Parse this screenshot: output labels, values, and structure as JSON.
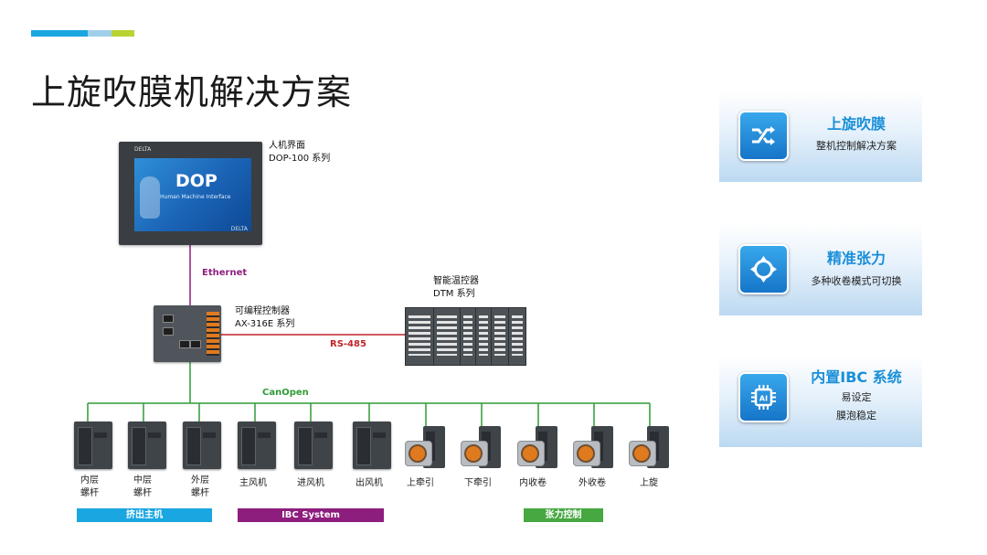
{
  "title": "上旋吹膜机解决方案",
  "colors": {
    "accent_blue": "#1aa6e0",
    "accent_light": "#9fd0ea",
    "accent_green": "#b7d334",
    "ethernet": "#8e1e7e",
    "rs485": "#c0242b",
    "canopen": "#2e9b36",
    "card_title": "#1a8fd8"
  },
  "hmi": {
    "label_line1": "人机界面",
    "label_line2": "DOP-100 系列",
    "screen_text": "DOP",
    "screen_subtext": "Human Machine Interface",
    "brand": "DELTA"
  },
  "network": {
    "ethernet": "Ethernet",
    "rs485": "RS-485",
    "canopen": "CanOpen"
  },
  "plc": {
    "label_line1": "可编程控制器",
    "label_line2": "AX-316E 系列"
  },
  "dtm": {
    "label_line1": "智能温控器",
    "label_line2": "DTM 系列"
  },
  "devices": [
    {
      "line1": "内层",
      "line2": "螺杆"
    },
    {
      "line1": "中层",
      "line2": "螺杆"
    },
    {
      "line1": "外层",
      "line2": "螺杆"
    },
    {
      "line1": "主风机",
      "line2": ""
    },
    {
      "line1": "进风机",
      "line2": ""
    },
    {
      "line1": "出风机",
      "line2": ""
    },
    {
      "line1": "上牵引",
      "line2": ""
    },
    {
      "line1": "下牵引",
      "line2": ""
    },
    {
      "line1": "内收卷",
      "line2": ""
    },
    {
      "line1": "外收卷",
      "line2": ""
    },
    {
      "line1": "上旋",
      "line2": ""
    }
  ],
  "groups": {
    "extruder": {
      "label": "挤出主机",
      "color": "#1aa6e0"
    },
    "ibc": {
      "label": "IBC System",
      "color": "#8e1e7e"
    },
    "tension": {
      "label": "张力控制",
      "color": "#46a840"
    }
  },
  "cards": [
    {
      "title": "上旋吹膜",
      "sub1": "整机控制解决方案",
      "sub2": "",
      "icon": "shuffle-icon"
    },
    {
      "title": "精准张力",
      "sub1": "多种收卷模式可切换",
      "sub2": "",
      "icon": "crosshair-icon"
    },
    {
      "title": "内置IBC 系统",
      "sub1": "易设定",
      "sub2": "膜泡稳定",
      "icon": "ai-chip-icon"
    }
  ]
}
